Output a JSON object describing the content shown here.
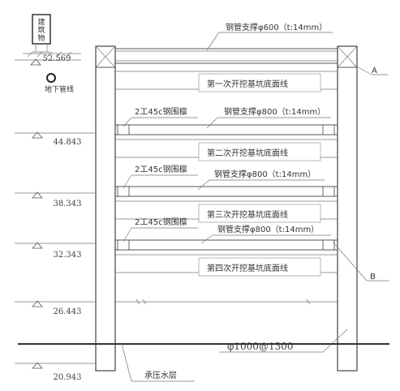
{
  "building": {
    "line1": "建",
    "line2": "筑",
    "line3": "物"
  },
  "pipeline_label": "地下管线",
  "elevations": [
    "52.569",
    "44.843",
    "38.343",
    "32.343",
    "26.443",
    "20.943"
  ],
  "top_strut_label": "钢管支撑φ600（t:14mm）",
  "waling_labels": [
    "2工45c钢围檩",
    "2工45c钢围檩",
    "2工45c钢围檩"
  ],
  "strut_labels": [
    "钢管支撑φ800（t:14mm）",
    "钢管支撑φ800（t:14mm）",
    "钢管支撑φ800（t:14mm）"
  ],
  "excavation_labels": [
    "第一次开挖基坑底面线",
    "第二次开挖基坑底面线",
    "第三次开挖基坑底面线",
    "第四次开挖基坑底面线"
  ],
  "callout_a": "A",
  "callout_b": "B",
  "pile_label": "φ1000@1300",
  "aquifer_label": "承压水层"
}
